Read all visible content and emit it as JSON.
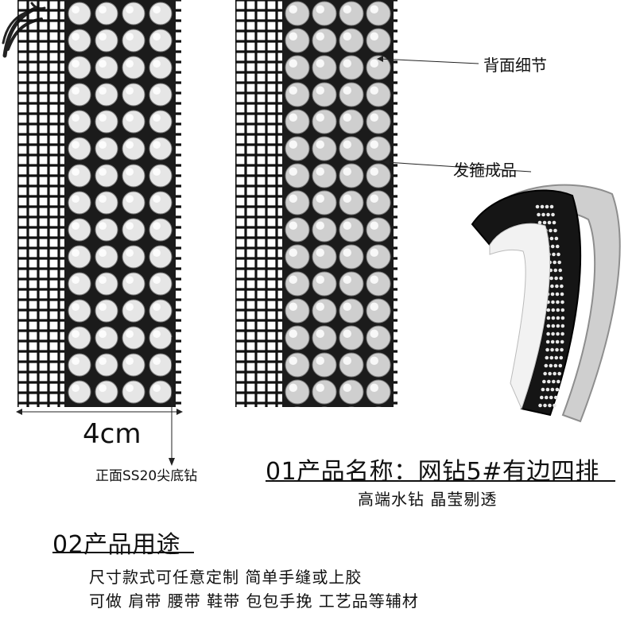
{
  "callouts": {
    "back_detail": "背面细节",
    "headband_finished": "发箍成品",
    "front_label": "正面SS20尖底钻"
  },
  "measure": {
    "width_label": "4cm"
  },
  "section1": {
    "title": "01产品名称：网钻5#有边四排",
    "subtitle": "高端水钻 晶莹剔透"
  },
  "section2": {
    "title": "02产品用途",
    "lines": [
      "尺寸款式可任意定制 简单手缝或上胶",
      "可做 肩带 腰带 鞋带 包包手挽 工艺品等辅材"
    ]
  },
  "colors": {
    "mesh": "#111111",
    "background": "#ffffff",
    "rhinestone": "#d9d9d9",
    "headband_black": "#151515"
  }
}
